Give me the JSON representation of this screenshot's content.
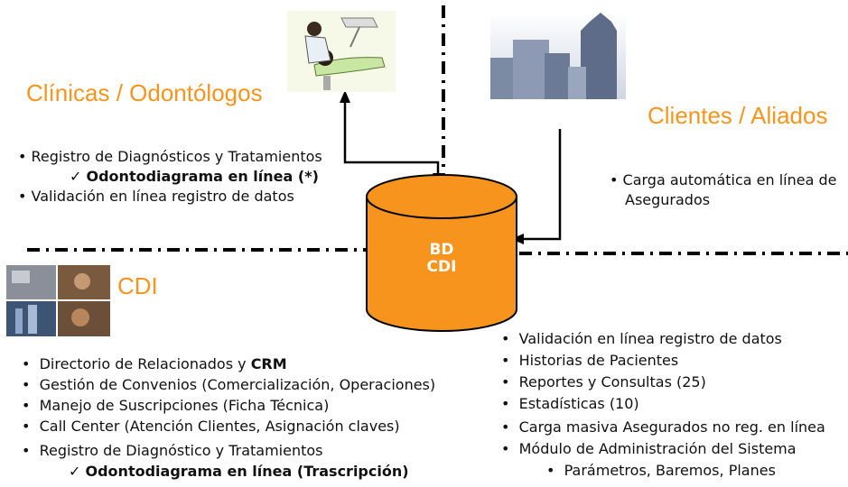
{
  "clinicas": {
    "title": "Clínicas / Odontólogos",
    "items": [
      "Registro de Diagnósticos y Tratamientos",
      "Validación en línea registro de datos"
    ],
    "subitem": "Odontodiagrama en línea (*)"
  },
  "clientes": {
    "title": "Clientes / Aliados",
    "item_line1": "Carga automática en línea de",
    "item_line2": "Asegurados"
  },
  "database": {
    "line1": "BD",
    "line2": "CDI",
    "color": "#f7941d"
  },
  "cdi": {
    "title": "CDI",
    "items": [
      {
        "pre": "Directorio de Relacionados y ",
        "bold": "CRM"
      },
      {
        "pre": "Gestión de Convenios (Comercialización, Operaciones)",
        "bold": ""
      },
      {
        "pre": "Manejo de Suscripciones (Ficha Técnica)",
        "bold": ""
      },
      {
        "pre": "Call Center (Atención Clientes, Asignación claves)",
        "bold": ""
      },
      {
        "pre": "Registro de Diagnóstico y Tratamientos",
        "bold": ""
      }
    ],
    "subitem": "Odontodiagrama en línea (Trascripción)"
  },
  "sistema": {
    "items": [
      "Validación en línea registro de datos",
      "Historias de Pacientes",
      "Reportes y Consultas (25)",
      "Estadísticas (10)",
      "Carga masiva Asegurados no reg. en línea",
      "Módulo de Administración del Sistema"
    ],
    "subitem": "Parámetros, Baremos, Planes"
  },
  "symbols": {
    "check": "✓",
    "bullet": "•"
  },
  "colors": {
    "accent": "#f7941d",
    "cylinder": "#f7941d",
    "cylinder_dark": "#e07b00",
    "line": "#000000"
  }
}
